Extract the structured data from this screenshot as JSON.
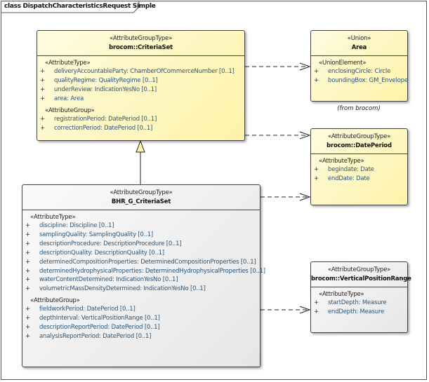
{
  "diagram_title": "class DispatchCharacteristicsRequest Simple",
  "classes": {
    "criteriaset": {
      "stereotype": "«AttributeGroupType»",
      "name": "brocom::CriteriaSet",
      "sections": [
        {
          "title": "«AttributeType»",
          "attributes": [
            "deliveryAccountableParty: ChamberOfCommerceNumber [0..1]",
            "qualityRegime: QualityRegime [0..1]",
            "underReview: IndicationYesNo [0..1]",
            "area: Area"
          ]
        },
        {
          "title": "«AttributeGroup»",
          "attributes": [
            "registrationPeriod: DatePeriod [0..1]",
            "correctionPeriod: DatePeriod [0..1]"
          ]
        }
      ]
    },
    "area": {
      "stereotype": "«Union»",
      "name": "Area",
      "sections": [
        {
          "title": "«UnionElement»",
          "attributes": [
            "enclosingCircle: Circle",
            "boundingBox: GM_Envelope"
          ]
        }
      ],
      "note": "(from brocom)"
    },
    "dateperiod": {
      "stereotype": "«AttributeGroupType»",
      "name": "brocom::DatePeriod",
      "sections": [
        {
          "title": "«AttributeType»",
          "attributes": [
            "begindate: Date",
            "endDate: Date"
          ]
        }
      ]
    },
    "bhr": {
      "stereotype": "«AttributeGroupType»",
      "name": "BHR_G_CriteriaSet",
      "sections": [
        {
          "title": "«AttributeType»",
          "attributes": [
            "discipline: Discipline [0..1]",
            "samplingQuality: SamplingQuality [0..1]",
            "descriptionProcedure: DescriptionProcedure [0..1]",
            "descriptionQuality: DescriptionQuality [0..1]",
            "determinedCompositionProperties: DeterminedCompositionProperties [0..1]",
            "determinedHydrophysicalProperties: DeterminedHydrophysicalProperties [0..1]",
            "waterContentDetermined: IndicationYesNo [0..1]",
            "volumetricMassDensityDetermined: IndicationYesNo [0..1]"
          ]
        },
        {
          "title": "«AttributeGroup»",
          "attributes": [
            "fieldworkPeriod: DatePeriod [0..1]",
            "depthInterval: VerticalPositionRange [0..1]",
            "descriptionReportPeriod: DatePeriod [0..1]",
            "analysisReportPeriod: DatePeriod [0..1]"
          ]
        }
      ]
    },
    "vpr": {
      "stereotype": "«AttributeGroupType»",
      "name": "brocom::VerticalPositionRange",
      "sections": [
        {
          "title": "«AttributeType»",
          "attributes": [
            "startDepth: Measure",
            "endDepth: Measure"
          ]
        }
      ]
    }
  },
  "visibility_symbol": "+",
  "colors": {
    "yellow_fill": "#fdf3a8",
    "gray_fill": "#e6e6e6",
    "attribute_text": "#2d5577"
  }
}
